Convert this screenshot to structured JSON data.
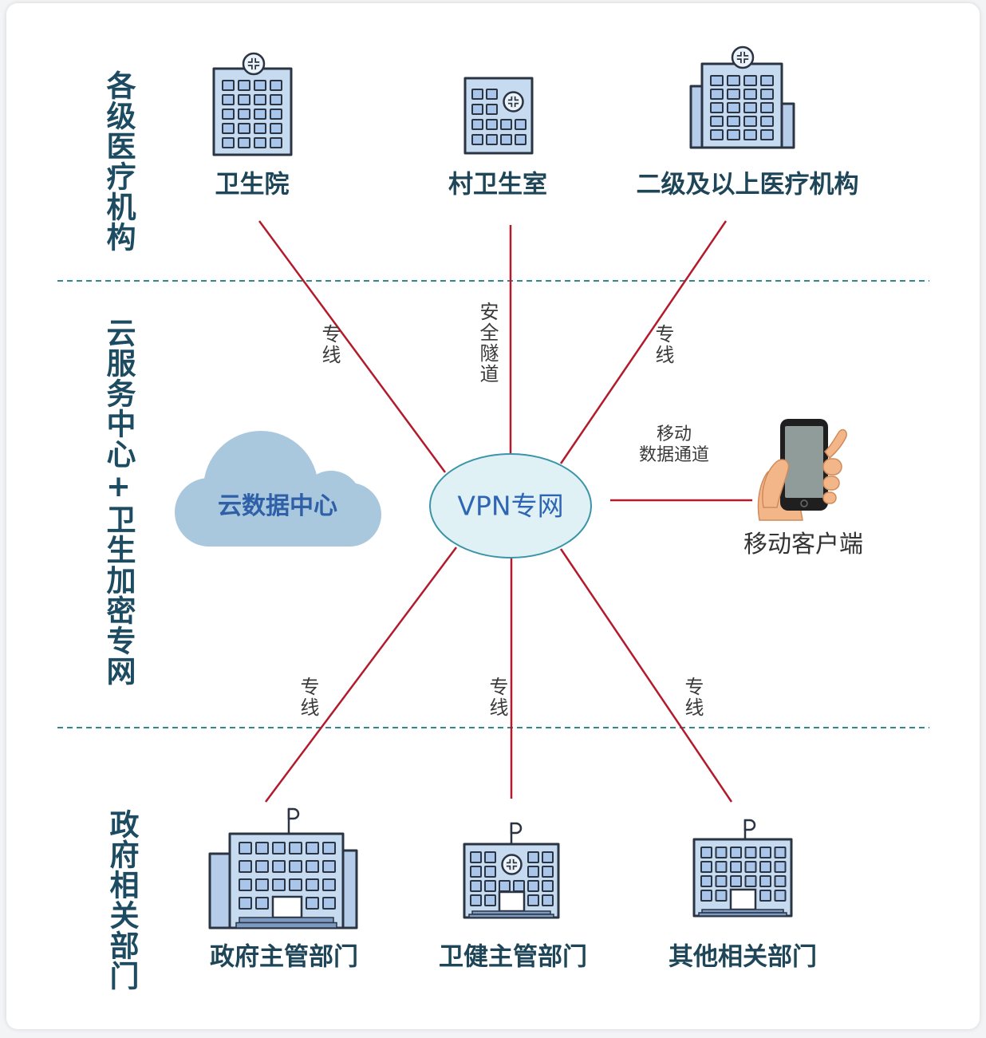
{
  "sections": [
    {
      "label": "各级医疗机构"
    },
    {
      "label": "云服务中心+卫生加密专网"
    },
    {
      "label": "政府相关部门"
    }
  ],
  "top_nodes": [
    {
      "label": "卫生院",
      "icon": "hospital-building-icon"
    },
    {
      "label": "村卫生室",
      "icon": "clinic-building-icon"
    },
    {
      "label": "二级及以上医疗机构",
      "icon": "hospital-complex-icon"
    }
  ],
  "hub": {
    "label": "VPN专网"
  },
  "data_center": {
    "label": "云数据中心",
    "icon": "cloud-icon"
  },
  "mobile_client": {
    "label": "移动客户端",
    "icon": "smartphone-in-hand-icon"
  },
  "links": {
    "top_left": "专线",
    "top_center": "安全隧道",
    "top_right": "专线",
    "mobile": [
      "移动",
      "数据通道"
    ],
    "bottom_left": "专线",
    "bottom_center": "专线",
    "bottom_right": "专线"
  },
  "bottom_nodes": [
    {
      "label": "政府主管部门",
      "icon": "government-building-icon"
    },
    {
      "label": "卫健主管部门",
      "icon": "health-commission-building-icon"
    },
    {
      "label": "其他相关部门",
      "icon": "office-building-icon"
    }
  ],
  "colors": {
    "section-text": "#1d4b61",
    "node-text": "#1e4658",
    "link": "#b31b2d",
    "link-text": "#3a3a3a",
    "divider": "#2f8b8a",
    "hub-fill": "#e0f1f6",
    "hub-stroke": "#3a95a6",
    "hub-text": "#2f66b3",
    "cloud-fill": "#a9c8de",
    "cloud-text": "#2e5fa7",
    "mobile-text": "#333333",
    "building-fill": "#c7dbf0",
    "wing-fill": "#b6cde9",
    "window-fill": "#a9c5e9",
    "outline": "#2b3442"
  }
}
